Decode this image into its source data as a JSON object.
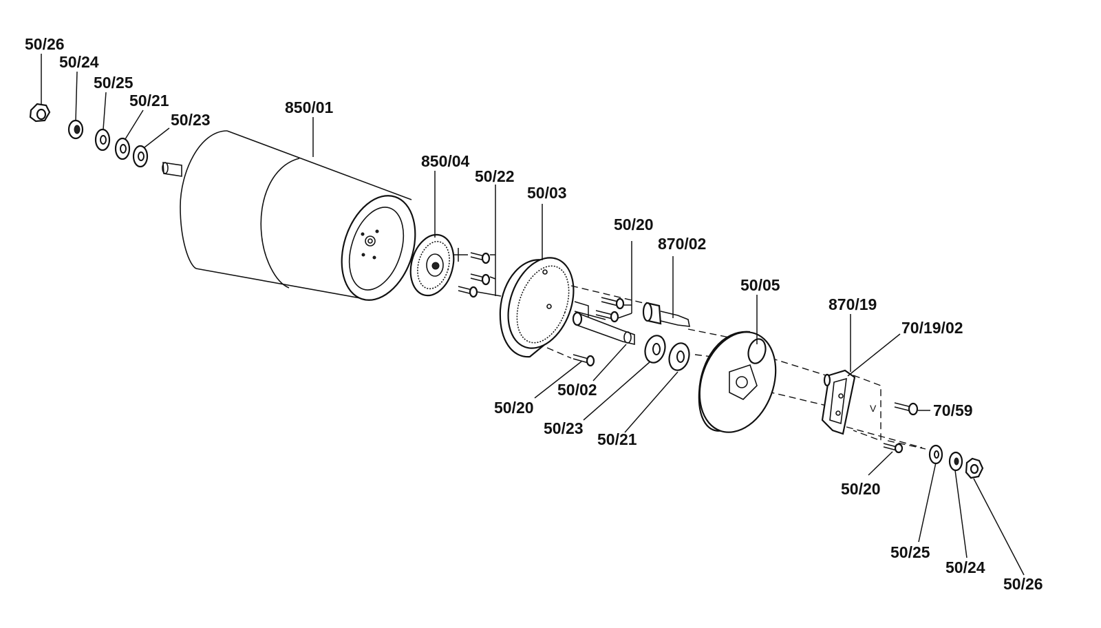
{
  "labels": [
    {
      "id": "lbl-50-26-top",
      "text": "50/26"
    },
    {
      "id": "lbl-50-24-top",
      "text": "50/24"
    },
    {
      "id": "lbl-50-25-top",
      "text": "50/25"
    },
    {
      "id": "lbl-50-21-top",
      "text": "50/21"
    },
    {
      "id": "lbl-50-23-top",
      "text": "50/23"
    },
    {
      "id": "lbl-850-01",
      "text": "850/01"
    },
    {
      "id": "lbl-850-04",
      "text": "850/04"
    },
    {
      "id": "lbl-50-22",
      "text": "50/22"
    },
    {
      "id": "lbl-50-03",
      "text": "50/03"
    },
    {
      "id": "lbl-50-20-a",
      "text": "50/20"
    },
    {
      "id": "lbl-870-02",
      "text": "870/02"
    },
    {
      "id": "lbl-50-05",
      "text": "50/05"
    },
    {
      "id": "lbl-870-19",
      "text": "870/19"
    },
    {
      "id": "lbl-70-19-02",
      "text": "70/19/02"
    },
    {
      "id": "lbl-70-59",
      "text": "70/59"
    },
    {
      "id": "lbl-50-20-b",
      "text": "50/20"
    },
    {
      "id": "lbl-50-02",
      "text": "50/02"
    },
    {
      "id": "lbl-50-23-mid",
      "text": "50/23"
    },
    {
      "id": "lbl-50-21-mid",
      "text": "50/21"
    },
    {
      "id": "lbl-50-20-c",
      "text": "50/20"
    },
    {
      "id": "lbl-50-25-bot",
      "text": "50/25"
    },
    {
      "id": "lbl-50-24-bot",
      "text": "50/24"
    },
    {
      "id": "lbl-50-26-bot",
      "text": "50/26"
    }
  ]
}
